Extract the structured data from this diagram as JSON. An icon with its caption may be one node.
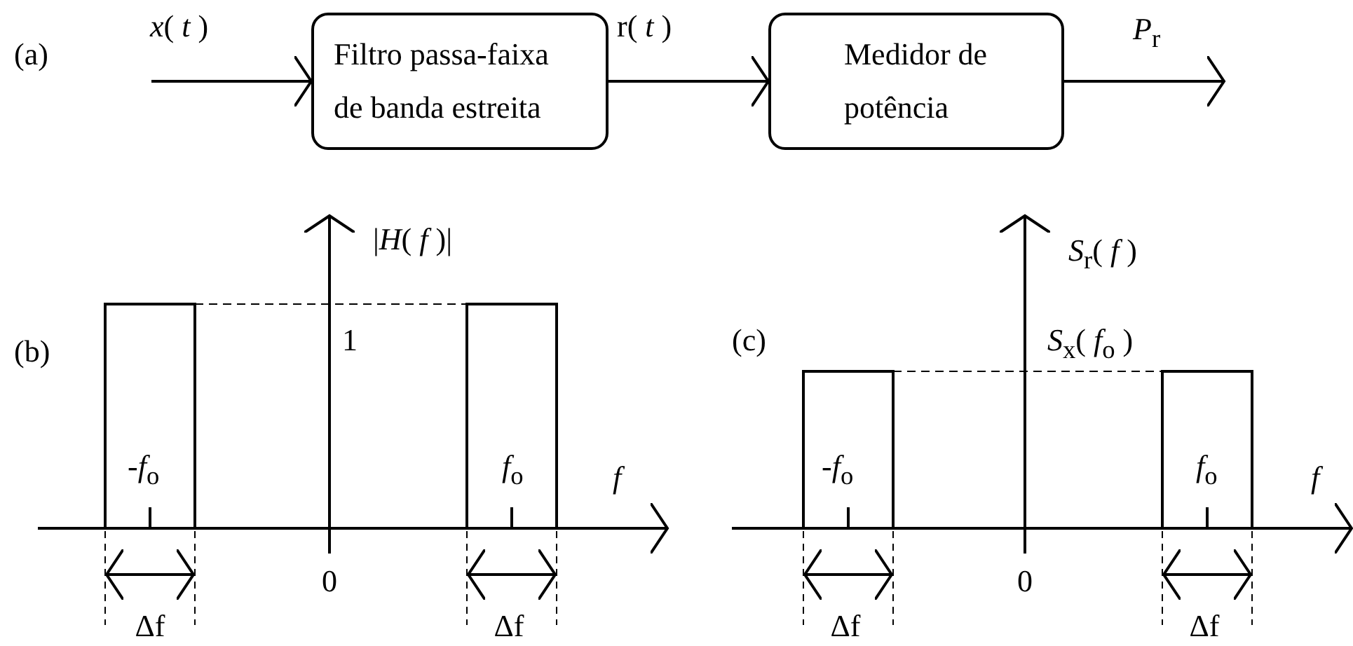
{
  "diagram": {
    "nodes": [
      {
        "text": [
          "Filtro passa-faixa de banda estreita"
        ]
      },
      {
        "text": [
          "Medidor de potência"
        ]
      }
    ],
    "edges": [
      {
        "from": null,
        "to": 0,
        "arrow": "to",
        "label": "*x*( *t* )"
      },
      {
        "from": 0,
        "to": 1,
        "arrow": "to",
        "label": "r( *t* )"
      },
      {
        "from": 1,
        "to": null,
        "arrow": "to",
        "label": "*P*$_{r}$"
      }
    ],
    "labels": [
      "(a)",
      "|*H*( *f* )|",
      "1",
      "(b)",
      "-*f*$_{o}$",
      "*f*$_{o}$",
      "*f*",
      "0",
      "Δf",
      "Δf",
      "*S*$_{r}$( *f* )",
      "(c)",
      "*S*$_{x}$( *f*$_{o}$ )",
      "-*f*$_{o}$",
      "*f*$_{o}$",
      "*f*",
      "0",
      "Δf",
      "Δf"
    ]
  }
}
